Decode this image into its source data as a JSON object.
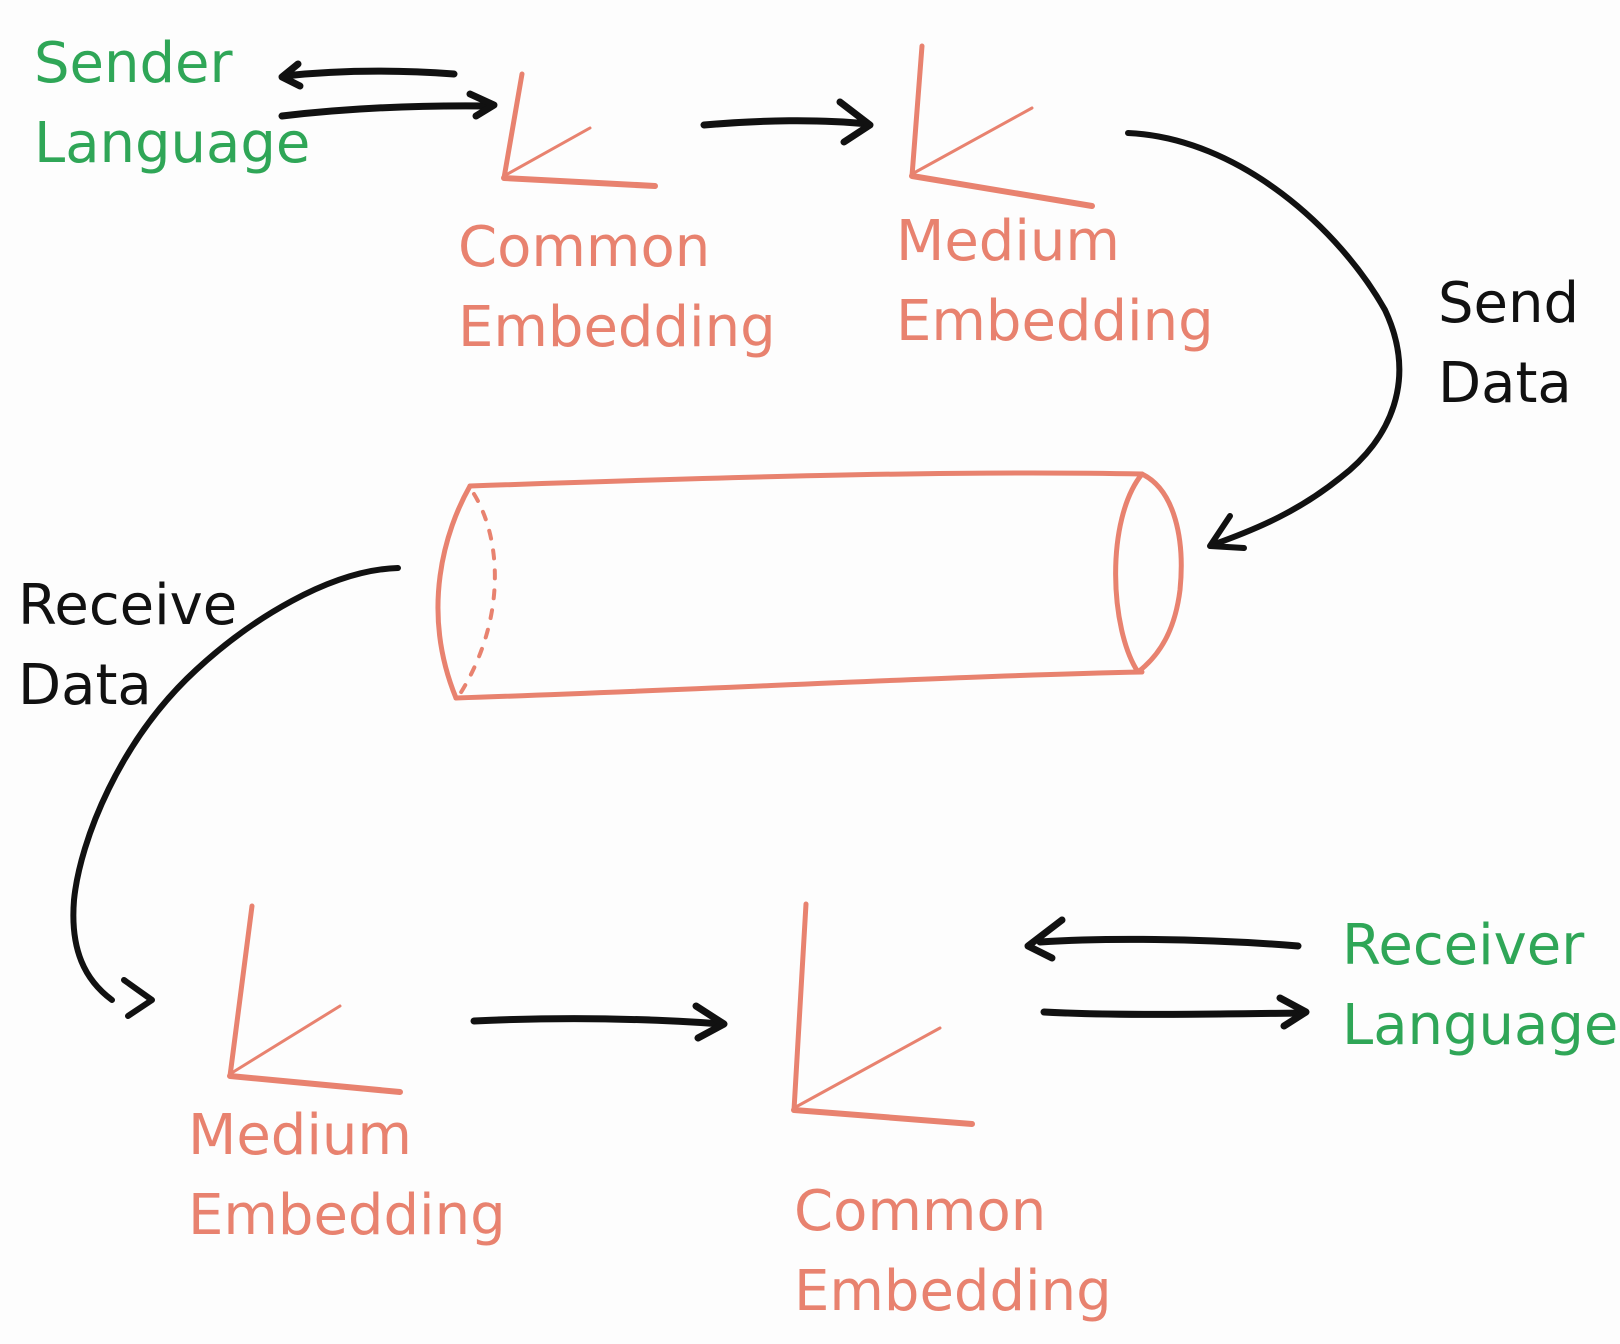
{
  "colors": {
    "language": "#2fa657",
    "embedding": "#e8826f",
    "flow": "#111111",
    "background": "#fdfdfd"
  },
  "labels": {
    "sender_language": [
      "Sender",
      "Language"
    ],
    "common_embedding_top": [
      "Common",
      "Embedding"
    ],
    "medium_embedding_top": [
      "Medium",
      "Embedding"
    ],
    "send_data": [
      "Send",
      "Data"
    ],
    "receive_data": [
      "Receive",
      "Data"
    ],
    "medium_embedding_bottom": [
      "Medium",
      "Embedding"
    ],
    "common_embedding_bottom": [
      "Common",
      "Embedding"
    ],
    "receiver_language": [
      "Receiver",
      "Language"
    ]
  }
}
